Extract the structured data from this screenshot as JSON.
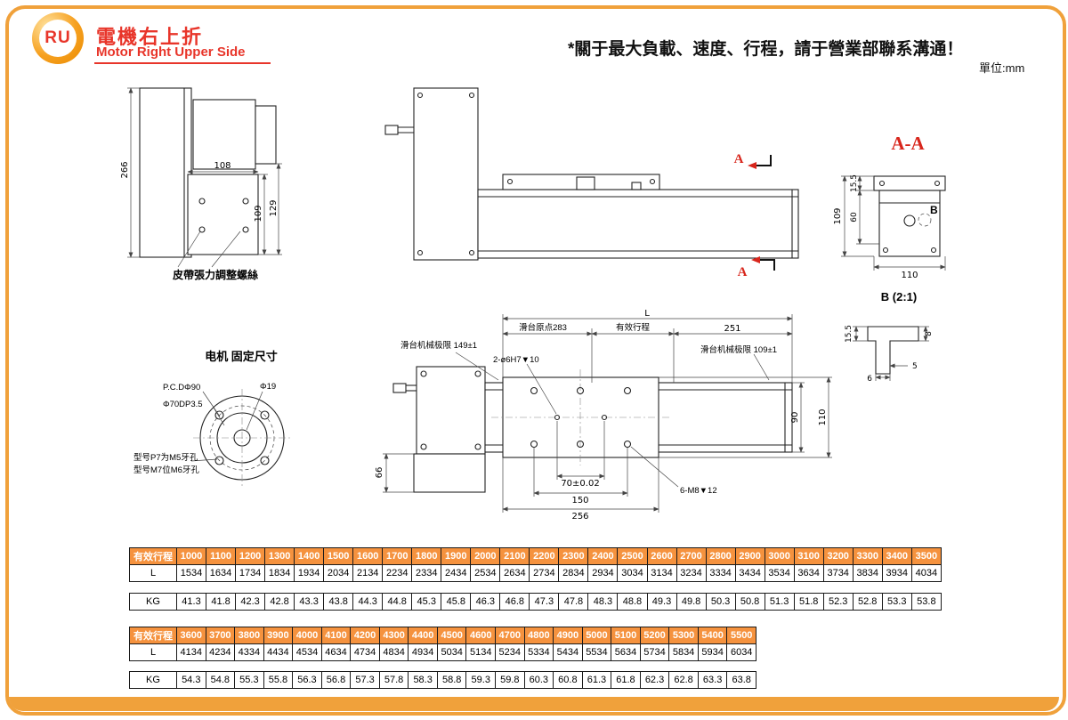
{
  "colors": {
    "accent_orange": "#F0A13B",
    "table_header_orange": "#F5923E",
    "brand_red": "#E8352A",
    "section_red": "#D8261C"
  },
  "header": {
    "badge_text": "RU",
    "title_cn": "電機右上折",
    "title_en": "Motor Right Upper Side",
    "note": "*關于最大負載、速度、行程，請于營業部聯系溝通！",
    "unit": "單位:mm"
  },
  "side_view": {
    "dim_height": "266",
    "dim_width": "108",
    "dim_plate": "109",
    "dim_overall": "129",
    "belt_screw_label": "皮帶張力調整螺絲"
  },
  "front_view": {
    "section_mark_top": "A",
    "section_mark_bottom": "A"
  },
  "section_aa": {
    "title": "A-A",
    "dim_height": "109",
    "dim_top": "15.5",
    "dim_mid": "60",
    "dim_width": "110",
    "detail_mark": "B"
  },
  "detail_b": {
    "title": "B (2:1)",
    "dim_155": "15.5",
    "dim_8": "8",
    "dim_6": "6",
    "dim_5": "5"
  },
  "plan_view": {
    "dim_total": "L",
    "dim_origin": "滑台原点283",
    "dim_stroke": "有效行程",
    "dim_right": "251",
    "limit_left": "滑台机械极限 149±1",
    "limit_right": "滑台机械极限 109±1",
    "dowel_note": "2-ø6H7▼10",
    "dim_rail_width": "90",
    "dim_overall_width": "110",
    "dim_motor_ext": "66",
    "dim_hole_pitch": "70±0.02",
    "dim_150": "150",
    "dim_256": "256",
    "thread_note": "6-M8▼12"
  },
  "motor_mount": {
    "title": "电机 固定尺寸",
    "pcd": "P.C.DΦ90",
    "shaft": "Φ19",
    "spigot": "Φ70DP3.5",
    "note_line1": "型号P7为M5牙孔",
    "note_line2": "型号M7位M6牙孔"
  },
  "table1": {
    "header_label": "有效行程",
    "strokes": [
      "1000",
      "1100",
      "1200",
      "1300",
      "1400",
      "1500",
      "1600",
      "1700",
      "1800",
      "1900",
      "2000",
      "2100",
      "2200",
      "2300",
      "2400",
      "2500",
      "2600",
      "2700",
      "2800",
      "2900",
      "3000",
      "3100",
      "3200",
      "3300",
      "3400",
      "3500"
    ],
    "l_label": "L",
    "l_values": [
      "1534",
      "1634",
      "1734",
      "1834",
      "1934",
      "2034",
      "2134",
      "2234",
      "2334",
      "2434",
      "2534",
      "2634",
      "2734",
      "2834",
      "2934",
      "3034",
      "3134",
      "3234",
      "3334",
      "3434",
      "3534",
      "3634",
      "3734",
      "3834",
      "3934",
      "4034"
    ],
    "kg_label": "KG",
    "kg_values": [
      "41.3",
      "41.8",
      "42.3",
      "42.8",
      "43.3",
      "43.8",
      "44.3",
      "44.8",
      "45.3",
      "45.8",
      "46.3",
      "46.8",
      "47.3",
      "47.8",
      "48.3",
      "48.8",
      "49.3",
      "49.8",
      "50.3",
      "50.8",
      "51.3",
      "51.8",
      "52.3",
      "52.8",
      "53.3",
      "53.8"
    ]
  },
  "table2": {
    "header_label": "有效行程",
    "strokes": [
      "3600",
      "3700",
      "3800",
      "3900",
      "4000",
      "4100",
      "4200",
      "4300",
      "4400",
      "4500",
      "4600",
      "4700",
      "4800",
      "4900",
      "5000",
      "5100",
      "5200",
      "5300",
      "5400",
      "5500"
    ],
    "l_label": "L",
    "l_values": [
      "4134",
      "4234",
      "4334",
      "4434",
      "4534",
      "4634",
      "4734",
      "4834",
      "4934",
      "5034",
      "5134",
      "5234",
      "5334",
      "5434",
      "5534",
      "5634",
      "5734",
      "5834",
      "5934",
      "6034"
    ],
    "kg_label": "KG",
    "kg_values": [
      "54.3",
      "54.8",
      "55.3",
      "55.8",
      "56.3",
      "56.8",
      "57.3",
      "57.8",
      "58.3",
      "58.8",
      "59.3",
      "59.8",
      "60.3",
      "60.8",
      "61.3",
      "61.8",
      "62.3",
      "62.8",
      "63.3",
      "63.8"
    ]
  }
}
